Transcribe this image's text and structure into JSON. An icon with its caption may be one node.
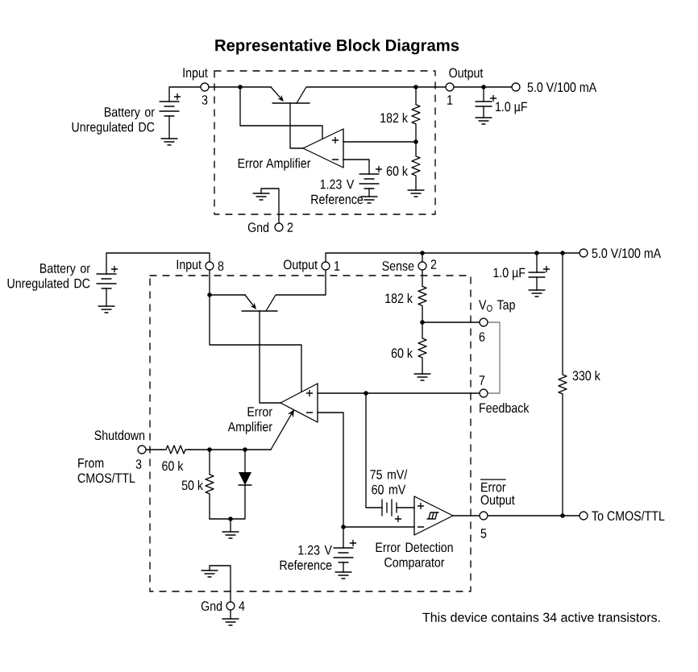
{
  "diagram": {
    "title": "Representative Block Diagrams",
    "caption": "This device contains 34 active transistors.",
    "labels": [
      "Input",
      "Output",
      "5.0 V/100 mA",
      "3",
      "1",
      "Battery or Unregulated DC",
      "182 k",
      "1.0 µF",
      "60 k",
      "Error Amplifier",
      "1.23 V Reference",
      "Gnd",
      "2",
      "Battery or Unregulated DC",
      "Input",
      "8",
      "Output",
      "1",
      "Sense",
      "2",
      "1.0 µF",
      "5.0 V/100 mA",
      "182 k",
      "V$_{O}$ Tap",
      "6",
      "60 k",
      "330 k",
      "7",
      "Feedback",
      "Error Amplifier",
      "Shutdown",
      "3",
      "From CMOS/TTL",
      "60 k",
      "50 k",
      "75 mV/ 60 mV",
      "Error",
      "Output",
      "5",
      "To CMOS/TTL",
      "1.23 V Reference",
      "Error Detection Comparator",
      "Gnd",
      "4"
    ]
  }
}
